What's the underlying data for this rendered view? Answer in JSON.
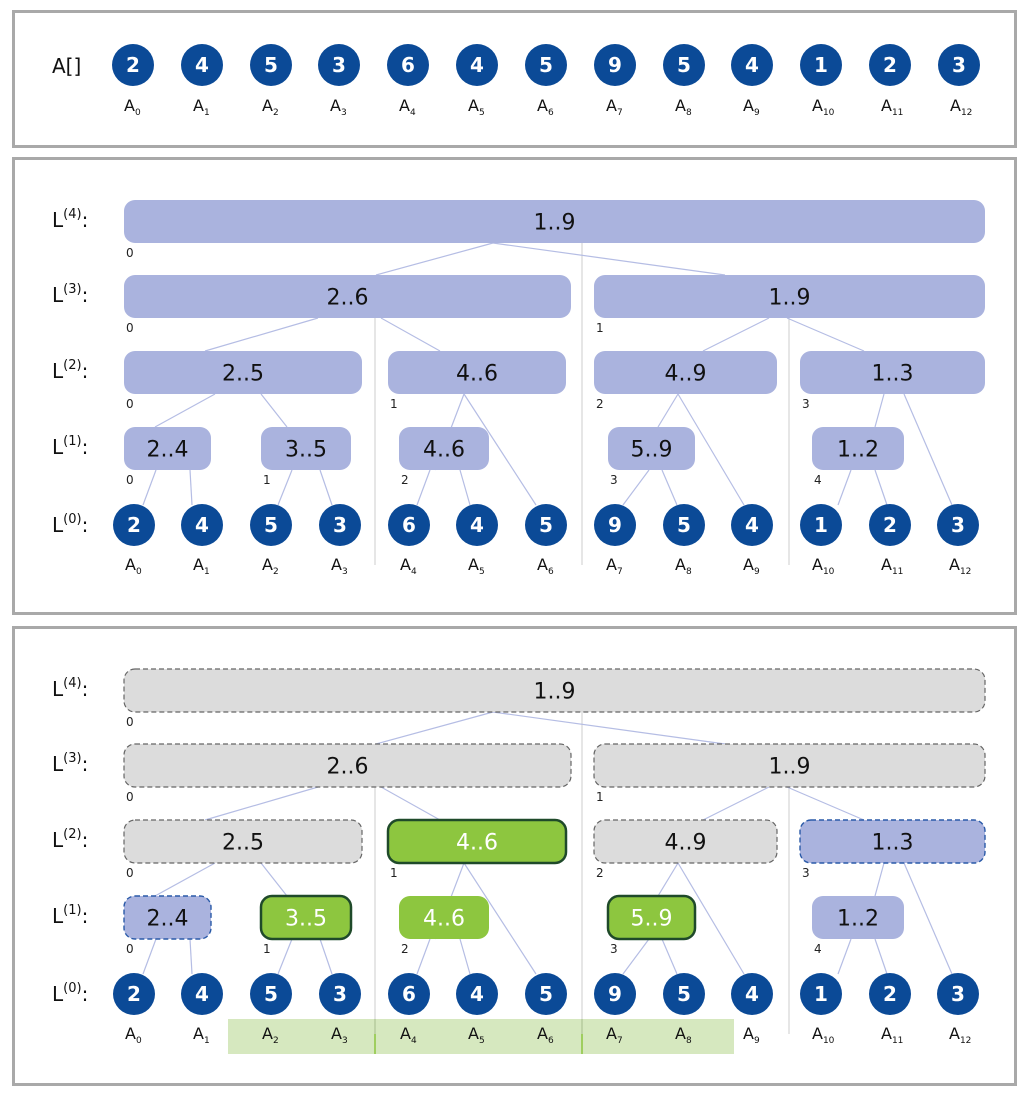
{
  "colors": {
    "circle": "#0b4a97",
    "node": "#aab3de",
    "node_inactive": "#dcdcdc",
    "node_selected": "#8dc63f",
    "selected_border": "#1f4a2a",
    "range_highlight": "#d6e8bf",
    "edge": "#b5bde4",
    "panel_border": "#a9a9a9"
  },
  "array": {
    "label": "A[]",
    "values": [
      "2",
      "4",
      "5",
      "3",
      "6",
      "4",
      "5",
      "9",
      "5",
      "4",
      "1",
      "2",
      "3"
    ],
    "index_prefix": "A",
    "indices": [
      "0",
      "1",
      "2",
      "3",
      "4",
      "5",
      "6",
      "7",
      "8",
      "9",
      "10",
      "11",
      "12"
    ]
  },
  "levels": [
    {
      "base": "L",
      "sup": "(4)"
    },
    {
      "base": "L",
      "sup": "(3)"
    },
    {
      "base": "L",
      "sup": "(2)"
    },
    {
      "base": "L",
      "sup": "(1)"
    },
    {
      "base": "L",
      "sup": "(0)"
    }
  ],
  "tree": {
    "L4": [
      {
        "label": "1..9",
        "index": "0"
      }
    ],
    "L3": [
      {
        "label": "2..6",
        "index": "0"
      },
      {
        "label": "1..9",
        "index": "1"
      }
    ],
    "L2": [
      {
        "label": "2..5",
        "index": "0"
      },
      {
        "label": "4..6",
        "index": "1"
      },
      {
        "label": "4..9",
        "index": "2"
      },
      {
        "label": "1..3",
        "index": "3"
      }
    ],
    "L1": [
      {
        "label": "2..4",
        "index": "0"
      },
      {
        "label": "3..5",
        "index": "1"
      },
      {
        "label": "4..6",
        "index": "2"
      },
      {
        "label": "5..9",
        "index": "3"
      },
      {
        "label": "1..2",
        "index": "4"
      }
    ]
  },
  "query": {
    "inactive": [
      "L4-0",
      "L3-0",
      "L3-1",
      "L2-0",
      "L2-2"
    ],
    "dashed_blue": [
      "L1-0",
      "L2-3"
    ],
    "selected_bordered": [
      "L2-1",
      "L1-1",
      "L1-3"
    ],
    "selected_plain": [
      "L1-2"
    ],
    "range_from": 2,
    "range_to": 8
  }
}
